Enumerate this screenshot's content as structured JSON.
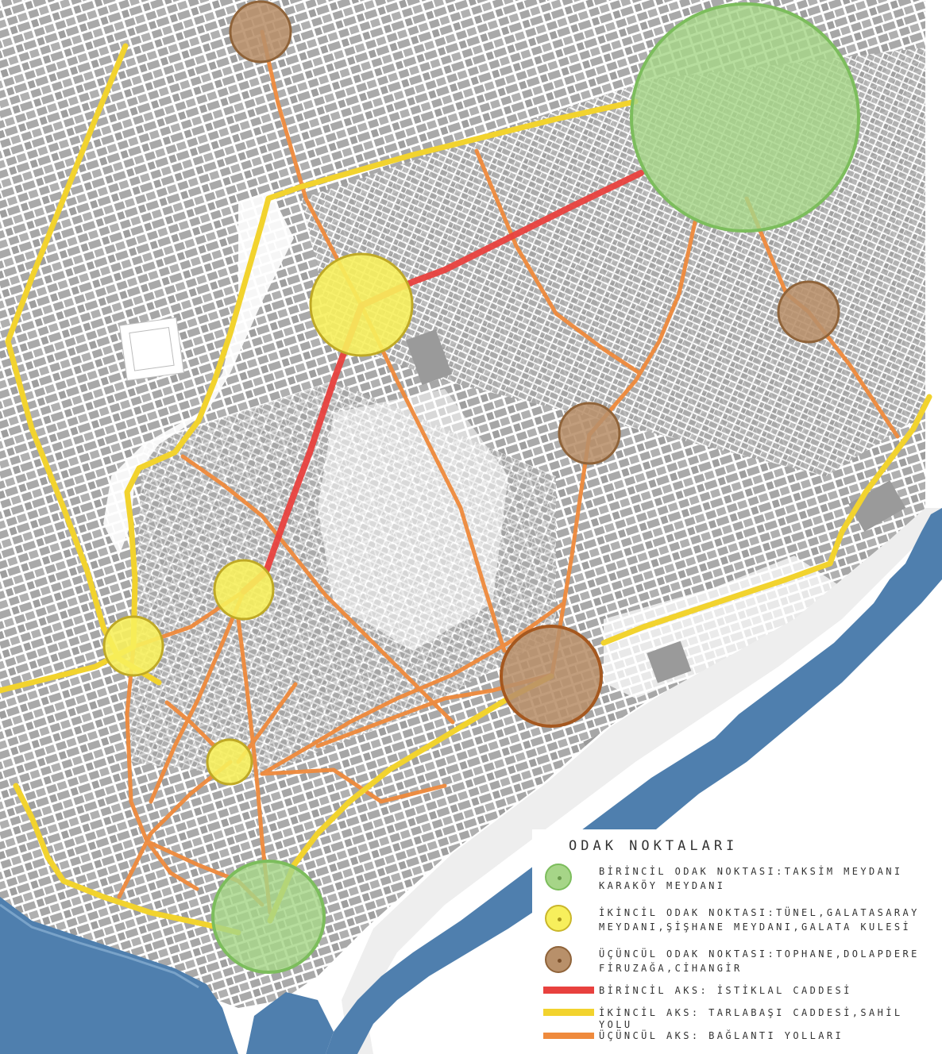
{
  "legend": {
    "title": "ODAK NOKTALARI",
    "items": [
      {
        "kind": "circle",
        "fill": "#a6d588",
        "stroke": "#7cbd5c",
        "lines": [
          "BİRİNCİL ODAK NOKTASI:TAKSİM MEYDANI",
          "KARAKÖY MEYDANI"
        ]
      },
      {
        "kind": "circle",
        "fill": "#f7ef5c",
        "stroke": "#c9b62a",
        "lines": [
          "İKİNCİL ODAK NOKTASI:TÜNEL,GALATASARAY",
          "MEYDANI,ŞİŞHANE MEYDANI,GALATA KULESİ"
        ]
      },
      {
        "kind": "circle",
        "fill": "#b8906a",
        "stroke": "#8f6339",
        "lines": [
          "ÜÇÜNCÜL ODAK NOKTASI:TOPHANE,DOLAPDERE",
          "FİRUZAĞA,CİHANGİR"
        ]
      },
      {
        "kind": "line",
        "color": "#e8413e",
        "lines": [
          "BİRİNCİL AKS: İSTİKLAL CADDESİ"
        ]
      },
      {
        "kind": "line",
        "color": "#f2d32e",
        "lines": [
          "İKİNCİL AKS: TARLABAŞI CADDESİ,SAHİL",
          "YOLU"
        ]
      },
      {
        "kind": "line",
        "color": "#ef8a3c",
        "lines": [
          "ÜÇÜNCÜL AKS: BAĞLANTI YOLLARI"
        ]
      }
    ]
  },
  "colors": {
    "water": "#4f7fae",
    "building": "#a8a8a8",
    "street": "#ffffff",
    "primary_axis": "#e8413e",
    "secondary_axis": "#f2d32e",
    "tertiary_axis": "#ef8a3c",
    "primary_node": "#a6d588",
    "secondary_node": "#f7ef5c",
    "tertiary_node": "#b8906a"
  }
}
